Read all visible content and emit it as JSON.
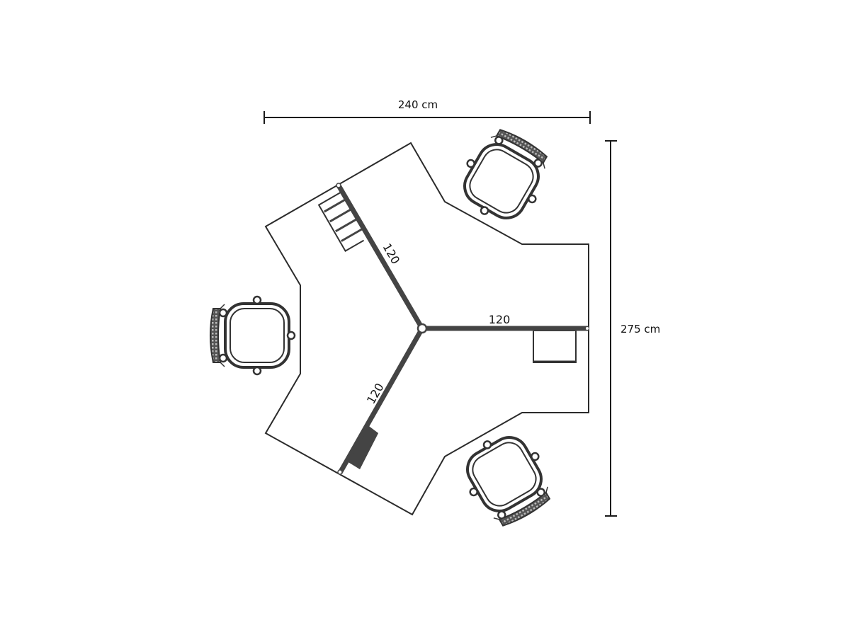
{
  "diagram": {
    "type": "floor-plan",
    "subject": "three-person pinwheel office workstation",
    "colors": {
      "background": "#ffffff",
      "outline": "#2b2b2b",
      "partition": "#444444",
      "chair": "#333333"
    },
    "dimensions": {
      "width": {
        "label": "240 cm"
      },
      "height": {
        "label": "275 cm"
      }
    },
    "partitions": [
      {
        "id": "upper-left",
        "label": "120"
      },
      {
        "id": "right",
        "label": "120"
      },
      {
        "id": "lower-left",
        "label": "120"
      }
    ],
    "desks": 3,
    "chairs": 3,
    "accessories": [
      {
        "id": "file-organizer",
        "desk": "upper-left"
      },
      {
        "id": "drawer-box",
        "desk": "right"
      },
      {
        "id": "cpu-holder",
        "desk": "lower-left"
      }
    ]
  }
}
